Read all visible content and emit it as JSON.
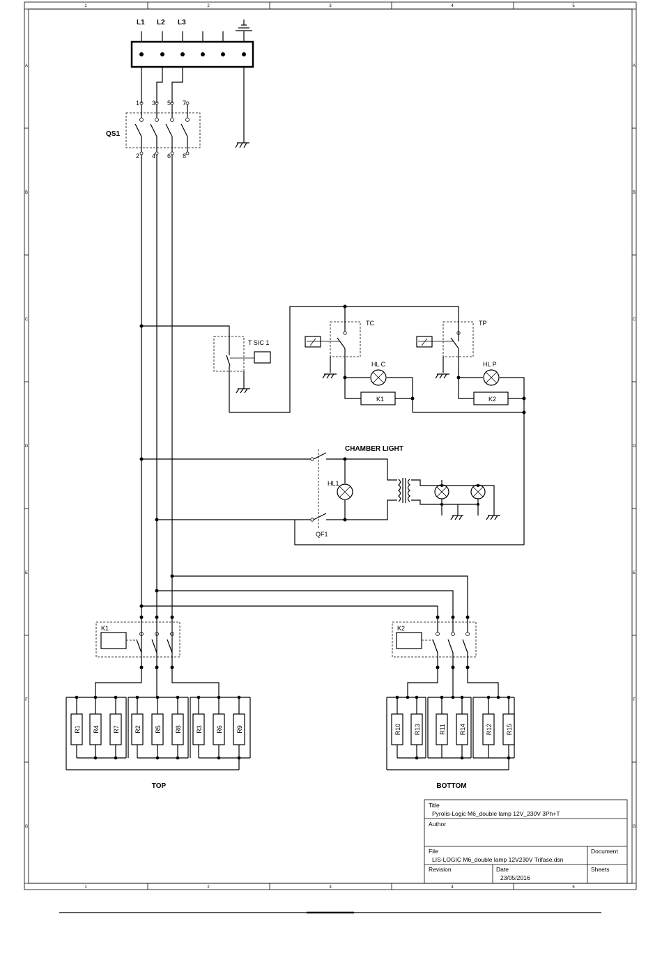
{
  "supply": {
    "l1": "L1",
    "l2": "L2",
    "l3": "L3"
  },
  "switch_qs1": {
    "label": "QS1",
    "pins_top": [
      "1",
      "3",
      "5",
      "7"
    ],
    "pins_bottom": [
      "2",
      "4",
      "6",
      "8"
    ]
  },
  "thermostat_safety": "T SIC 1",
  "thermostat_chamber": {
    "tag": "TC",
    "lamp": "HL C",
    "relay": "K1"
  },
  "thermostat_pressure": {
    "tag": "TP",
    "lamp": "HL P",
    "relay": "K2"
  },
  "chamber_light": {
    "title": "CHAMBER LIGHT",
    "lamp": "HL1",
    "breaker": "QF1"
  },
  "contactor_top": "K1",
  "contactor_bottom": "K2",
  "resistors_top": [
    "R1",
    "R4",
    "R7",
    "R2",
    "R5",
    "R8",
    "R3",
    "R6",
    "R9"
  ],
  "resistors_bottom": [
    "R10",
    "R13",
    "R11",
    "R14",
    "R12",
    "R15"
  ],
  "group_top": "TOP",
  "group_bottom": "BOTTOM",
  "title_block": {
    "title_label": "Title",
    "title": "Pyrolis-Logic M6_double lamp 12V_230V 3Ph+T",
    "author_label": "Author",
    "file_label": "File",
    "file": "LIS-LOGIC M6_double lamp 12V230V Trifase.dsn",
    "document_label": "Document",
    "revision_label": "Revision",
    "date_label": "Date",
    "date": "23/05/2016",
    "sheets_label": "Sheets"
  },
  "border_columns": [
    "1",
    "2",
    "3",
    "4",
    "5"
  ],
  "border_rows": [
    "A",
    "B",
    "C",
    "D",
    "E",
    "F",
    "G"
  ]
}
